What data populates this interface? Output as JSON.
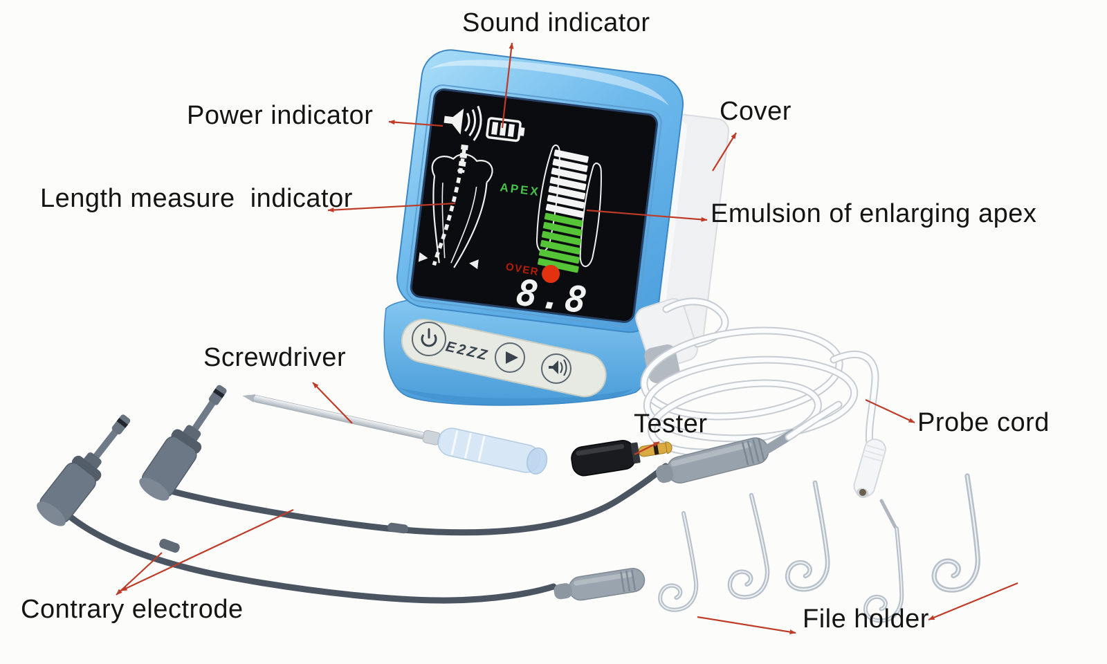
{
  "page": {
    "background": "#fcfcfa",
    "arrow_color": "#bf3b27",
    "label_color": "#141414"
  },
  "labels": {
    "sound_indicator": "Sound indicator",
    "power_indicator": "Power indicator",
    "cover": "Cover",
    "length_measure_indicator": "Length measure  indicator",
    "emulsion_of_enlarging_apex": "Emulsion of enlarging apex",
    "screwdriver": "Screwdriver",
    "tester": "Tester",
    "probe_cord": "Probe cord",
    "contrary_electrode": "Contrary electrode",
    "file_holder": "File holder"
  },
  "device": {
    "model_label": "E2ZZ",
    "body_color": "#6db9ec",
    "screen": {
      "apex_label": "APEX",
      "over_label": "OVER",
      "depth_readout": "8.8",
      "icons": [
        "speaker-icon",
        "battery-icon",
        "tooth-file-graphic",
        "apex-bar-graph",
        "over-dot"
      ],
      "bar_graph": {
        "white_bars": 7,
        "green_bars": 6
      },
      "colors": {
        "bar_white": "#f4f4f4",
        "bar_green": "#55c437",
        "apex_green": "#46c24a",
        "over_red": "#b81d02",
        "dot_red": "#e23210",
        "segment_white": "#f2f2f2"
      }
    },
    "buttons": [
      {
        "name": "power-button",
        "icon": "power-icon"
      },
      {
        "name": "play-button",
        "icon": "play-icon"
      },
      {
        "name": "volume-button",
        "icon": "speaker-icon"
      }
    ],
    "accessories": [
      "probe-cord",
      "tester",
      "screwdriver",
      "contrary-electrode",
      "contrary-electrode",
      "file-holder",
      "file-holder",
      "file-holder",
      "file-holder",
      "file-holder"
    ]
  }
}
